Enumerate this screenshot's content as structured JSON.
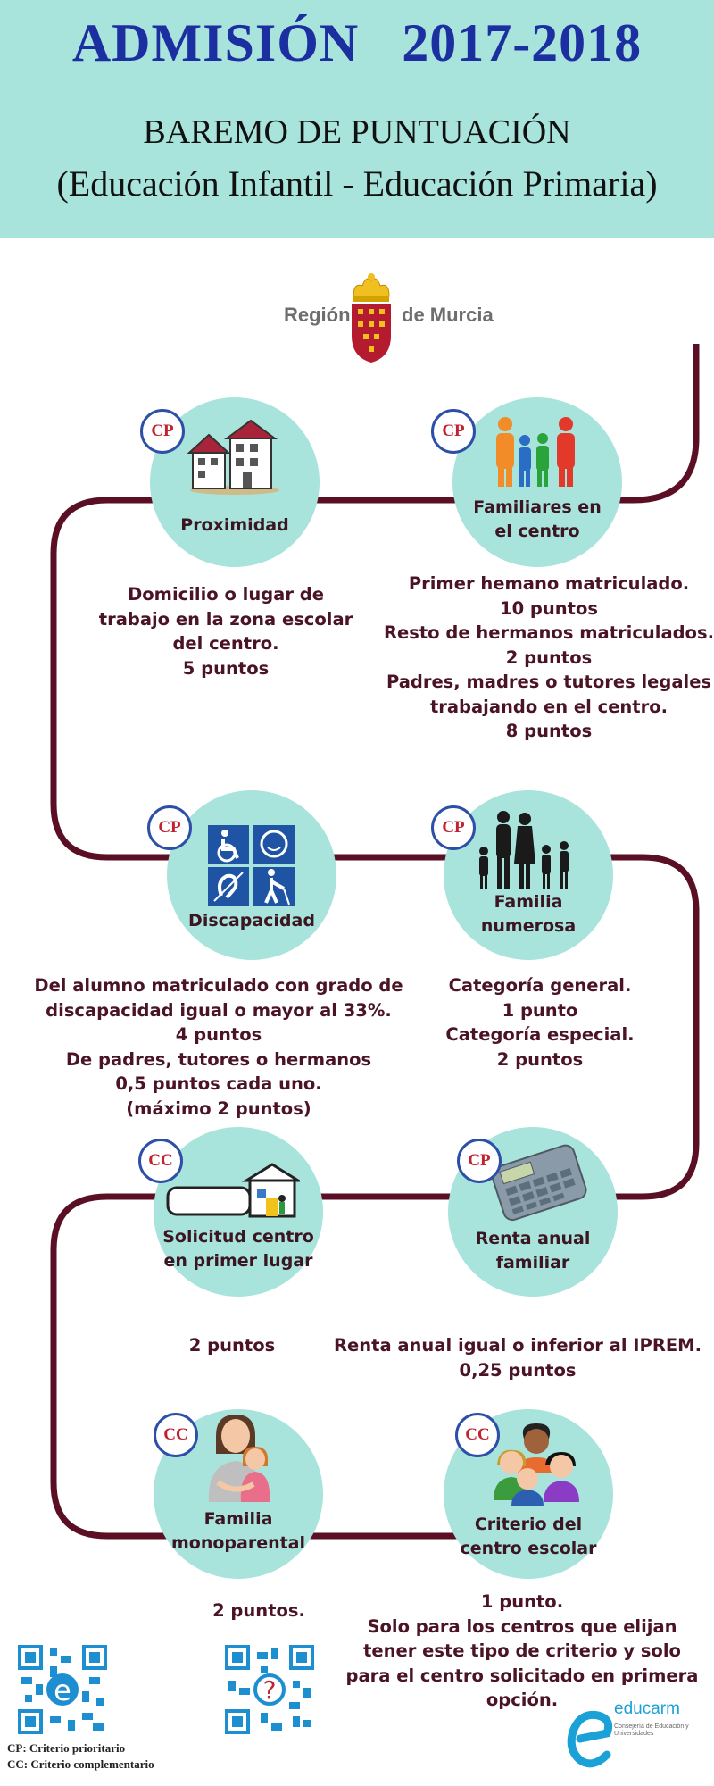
{
  "header": {
    "title": "ADMISIÓN   2017-2018",
    "subtitle_line1": "BAREMO DE PUNTUACIÓN",
    "subtitle_line2": "(Educación Infantil - Educación Primaria)",
    "background_color": "#a8e3dc",
    "title_color": "#1b2fa0"
  },
  "logo": {
    "left": "Región",
    "right": "de Murcia"
  },
  "colors": {
    "path": "#5a0f25",
    "circle": "#a8e3dc",
    "badge_text": "#c0222f",
    "badge_ring": "#2d4fa8",
    "text": "#4a1424"
  },
  "criteria": [
    {
      "badge": "CP",
      "label_1": "Proximidad",
      "label_2": "",
      "icon": "houses-icon",
      "desc": [
        "Domicilio o lugar de",
        "trabajo en la zona escolar",
        "del centro.",
        "5 puntos"
      ]
    },
    {
      "badge": "CP",
      "label_1": "Familiares en",
      "label_2": "el centro",
      "icon": "family-figures-icon",
      "desc": [
        "Primer hemano matriculado.",
        "10 puntos",
        "Resto de hermanos matriculados.",
        "2 puntos",
        "Padres, madres o tutores legales",
        "trabajando en el centro.",
        "8 puntos"
      ]
    },
    {
      "badge": "CP",
      "label_1": "Discapacidad",
      "label_2": "",
      "icon": "accessibility-icon",
      "desc": [
        "Del alumno matriculado  con grado de",
        "discapacidad igual o mayor al 33%.",
        "4 puntos",
        "De padres, tutores o hermanos",
        "0,5 puntos cada uno.",
        "(máximo 2 puntos)"
      ]
    },
    {
      "badge": "CP",
      "label_1": "Familia",
      "label_2": "numerosa",
      "icon": "large-family-icon",
      "desc": [
        "Categoría general.",
        "1 punto",
        "Categoría especial.",
        "2 puntos"
      ]
    },
    {
      "badge": "CC",
      "label_1": "Solicitud centro",
      "label_2": "en primer lugar",
      "icon": "school-building-icon",
      "desc": [
        "2 puntos"
      ]
    },
    {
      "badge": "CP",
      "label_1": "Renta anual",
      "label_2": "familiar",
      "icon": "calculator-icon",
      "desc": [
        "Renta anual igual o inferior al IPREM.",
        "0,25 puntos"
      ]
    },
    {
      "badge": "CC",
      "label_1": "Familia",
      "label_2": "monoparental",
      "icon": "mother-child-icon",
      "desc": [
        "2 puntos."
      ]
    },
    {
      "badge": "CC",
      "label_1": "Criterio del",
      "label_2": "centro escolar",
      "icon": "group-people-icon",
      "desc": [
        "1 punto.",
        "Solo para los centros que elijan",
        "tener este tipo de criterio y solo",
        "para el centro solicitado en primera",
        "opción."
      ]
    }
  ],
  "legend": {
    "cp": "CP: Criterio prioritario",
    "cc": "CC: Criterio complementario"
  },
  "educarm": {
    "name": "educarm",
    "sub": "Consejería de Educación y Universidades"
  }
}
